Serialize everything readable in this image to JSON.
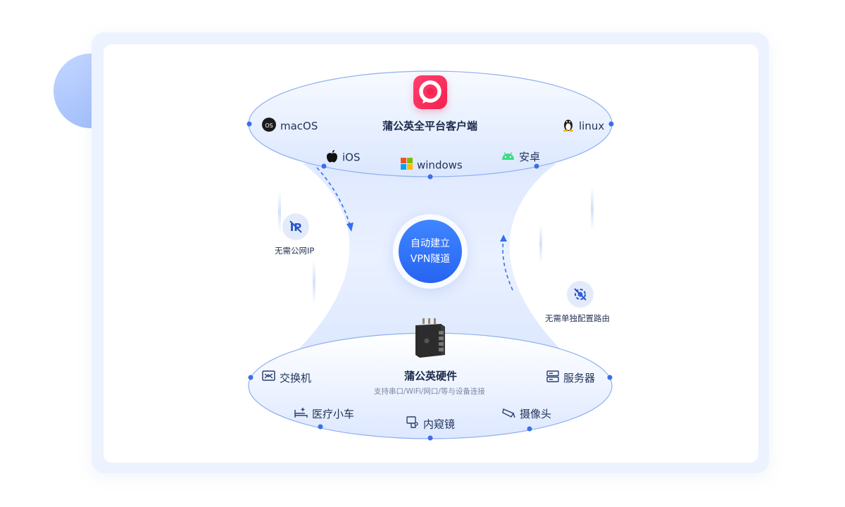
{
  "top": {
    "title": "蒲公英全平台客户端",
    "platforms": {
      "macos": "macOS",
      "linux": "linux",
      "ios": "iOS",
      "windows": "windows",
      "android": "安卓"
    },
    "macos_badge": "OS"
  },
  "center": {
    "line1": "自动建立",
    "line2": "VPN隧道"
  },
  "features": {
    "left": "无需公网IP",
    "right": "无需单独配置路由"
  },
  "bottom": {
    "title": "蒲公英硬件",
    "subtitle": "支持串口/WiFi/网口/等与设备连接",
    "devices": {
      "switch": "交换机",
      "server": "服务器",
      "medical_cart": "医疗小车",
      "endoscope": "内窥镜",
      "camera": "摄像头"
    }
  },
  "colors": {
    "accent": "#2f6df5",
    "brand": "#f5214f",
    "dot": "#3a6fe6",
    "card_bg": "#ecf3ff"
  },
  "icons": {
    "logo": "pgy-logo-icon",
    "macos": "macos-icon",
    "linux": "linux-penguin-icon",
    "ios": "apple-icon",
    "windows": "windows-icon",
    "android": "android-icon",
    "no_ip": "no-public-ip-icon",
    "no_route": "no-route-icon",
    "switch": "switch-icon",
    "server": "server-icon",
    "medical_cart": "medical-cart-icon",
    "endoscope": "endoscope-icon",
    "camera": "camera-icon",
    "device": "router-device-icon"
  }
}
